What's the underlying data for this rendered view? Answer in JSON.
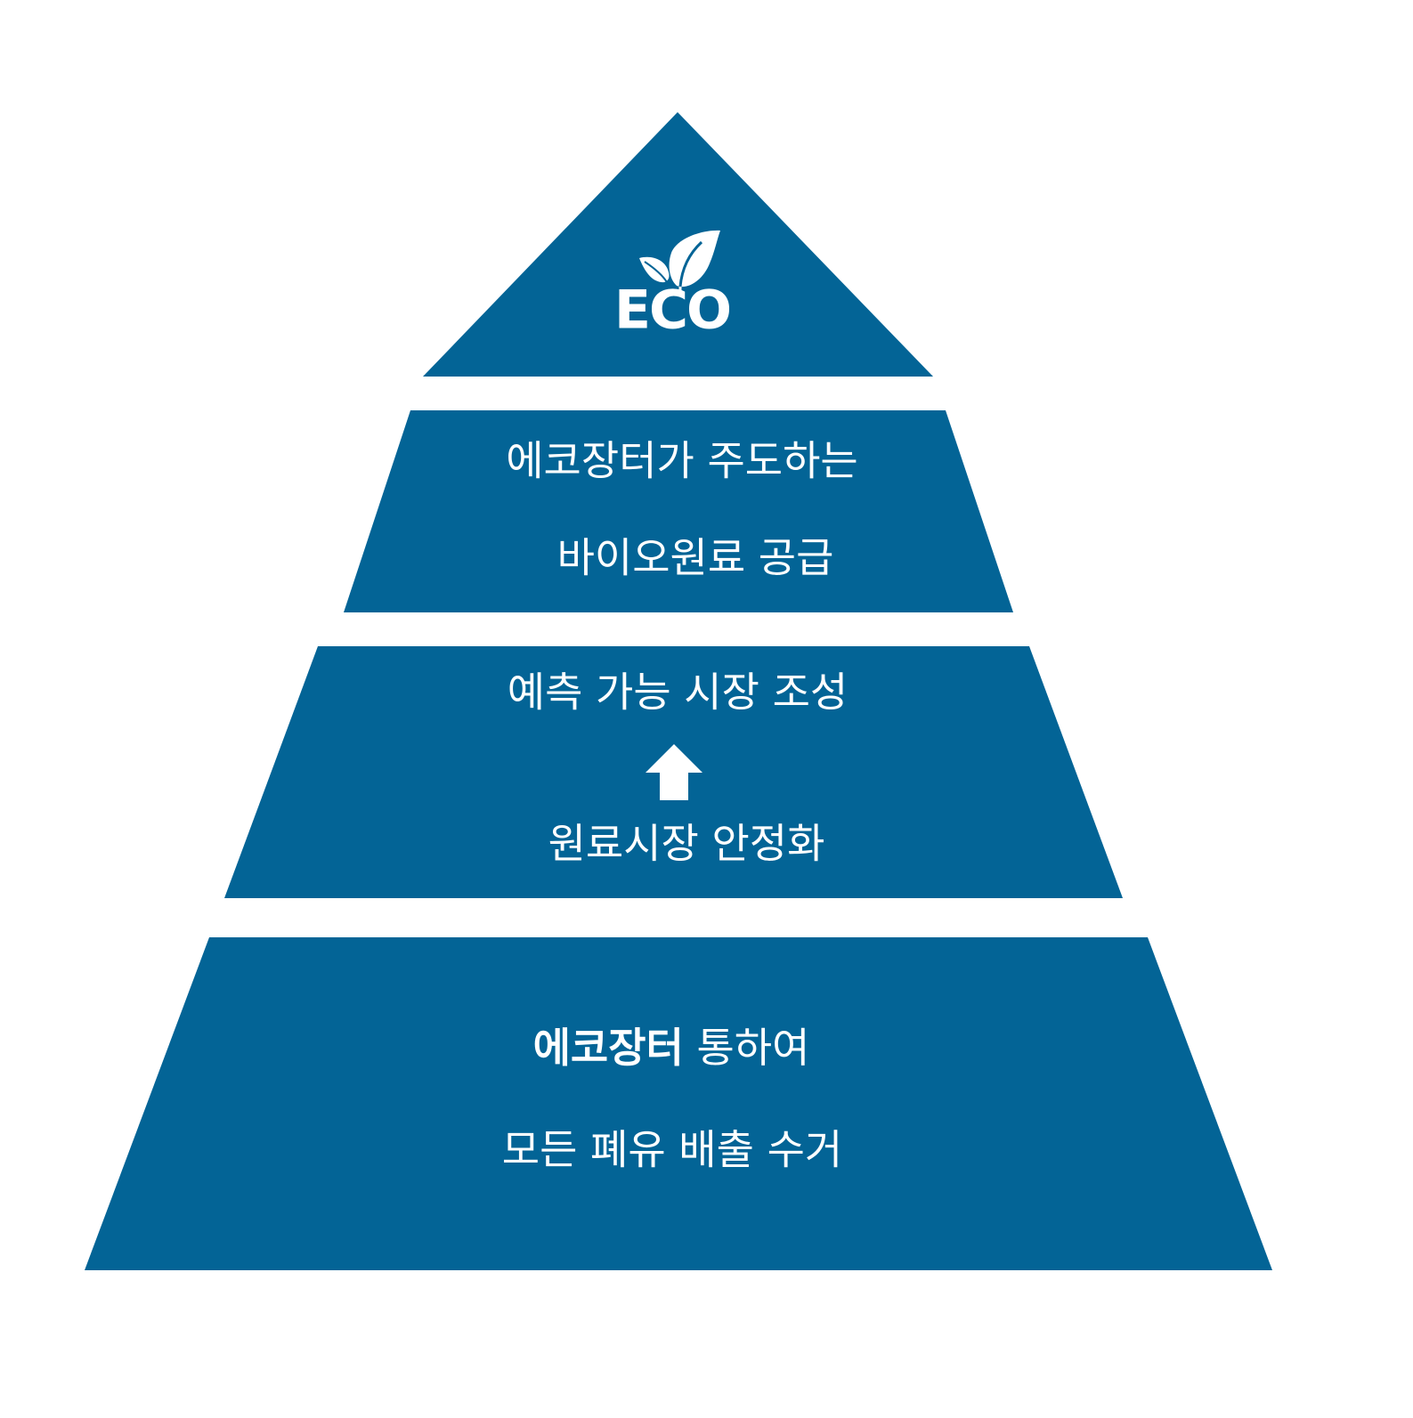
{
  "colors": {
    "tier_fill": "#036496",
    "text": "#ffffff",
    "background": "#ffffff"
  },
  "top": {
    "icon": "eco-leaf-icon",
    "label": "ECO"
  },
  "tier2": {
    "line1": "에코장터가 주도하는",
    "line2": "바이오원료 공급"
  },
  "tier3": {
    "line1": "예측 가능 시장 조성",
    "arrow_icon": "up-arrow-icon",
    "line2": "원료시장 안정화"
  },
  "tier4": {
    "line1_bold": "에코장터",
    "line1_rest": " 통하여",
    "line2": "모든 폐유 배출 수거"
  }
}
